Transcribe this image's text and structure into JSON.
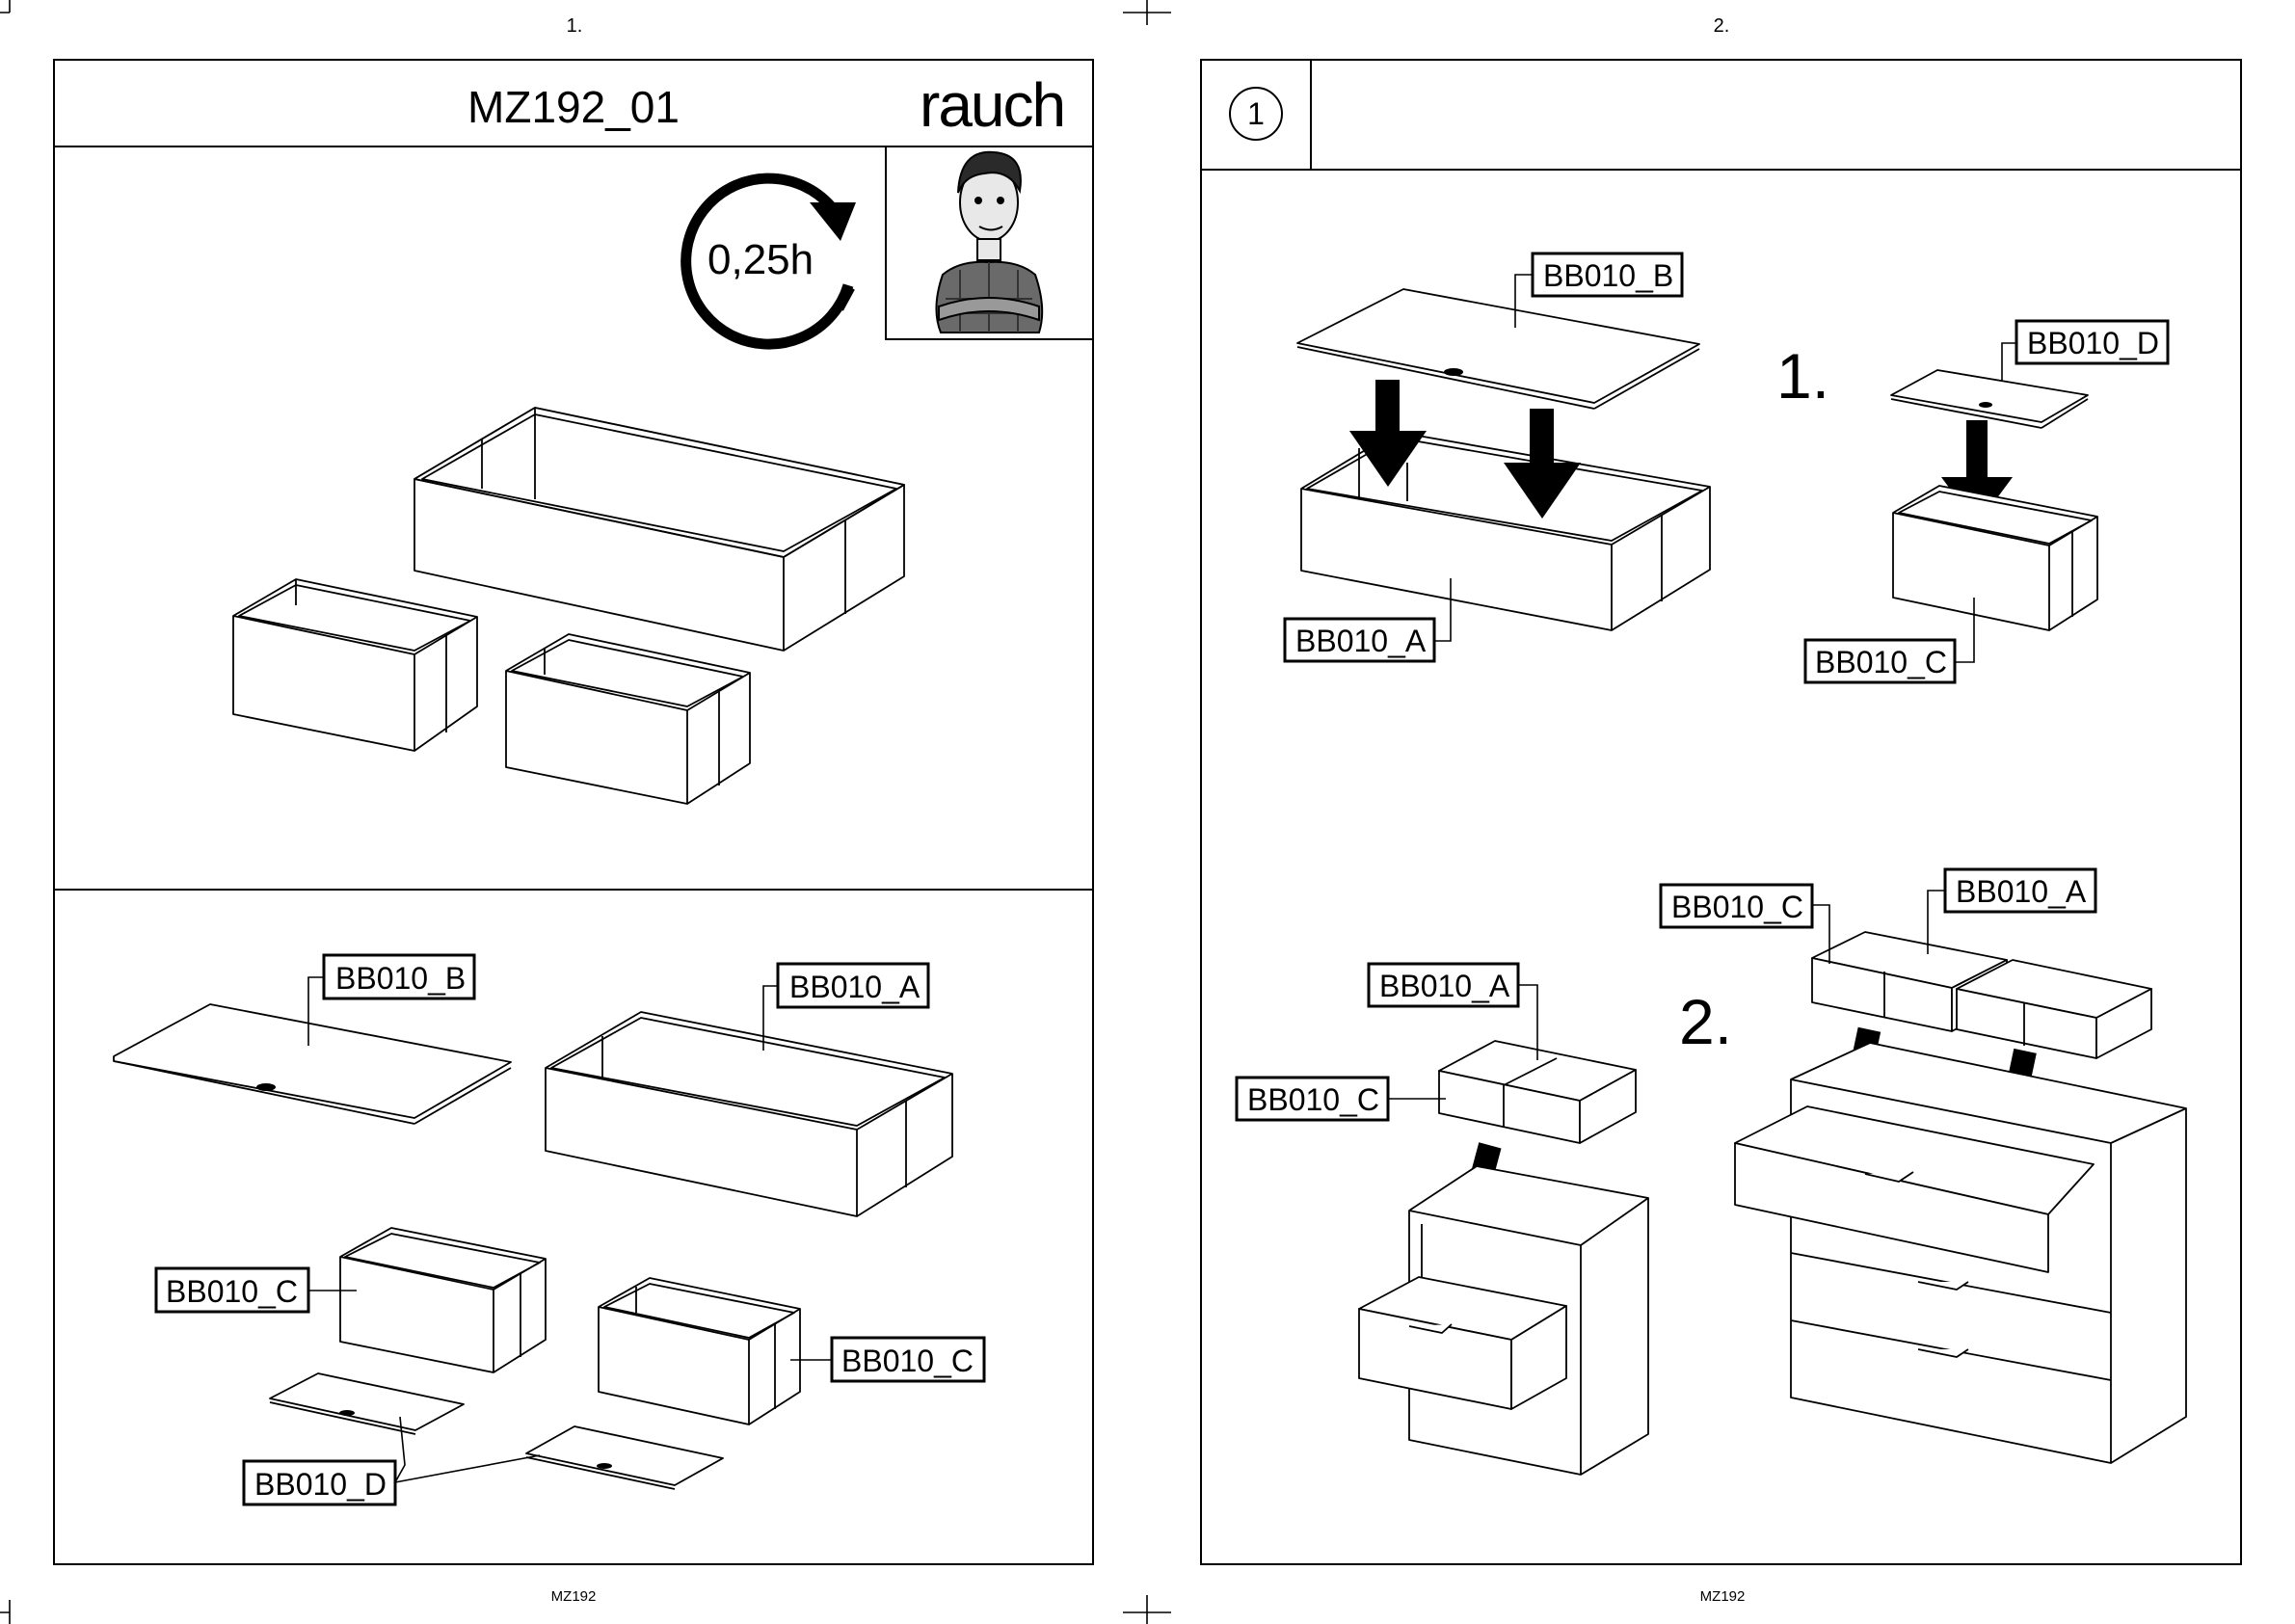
{
  "pages": [
    {
      "number": "1.",
      "footer": "MZ192"
    },
    {
      "number": "2.",
      "footer": "MZ192"
    }
  ],
  "left": {
    "title": "MZ192_01",
    "brand": "rauch",
    "time": "0,25h",
    "labels": {
      "b": "BB010_B",
      "a": "BB010_A",
      "c1": "BB010_C",
      "c2": "BB010_C",
      "d": "BB010_D"
    }
  },
  "right": {
    "step": "1",
    "sub1": "1.",
    "sub2": "2.",
    "labels": {
      "b": "BB010_B",
      "d": "BB010_D",
      "a": "BB010_A",
      "c": "BB010_C",
      "c2": "BB010_C",
      "a2": "BB010_A",
      "a3": "BB010_A",
      "c3": "BB010_C"
    }
  },
  "icons": [
    "rotate-arrow-icon",
    "worker-avatar-icon"
  ]
}
